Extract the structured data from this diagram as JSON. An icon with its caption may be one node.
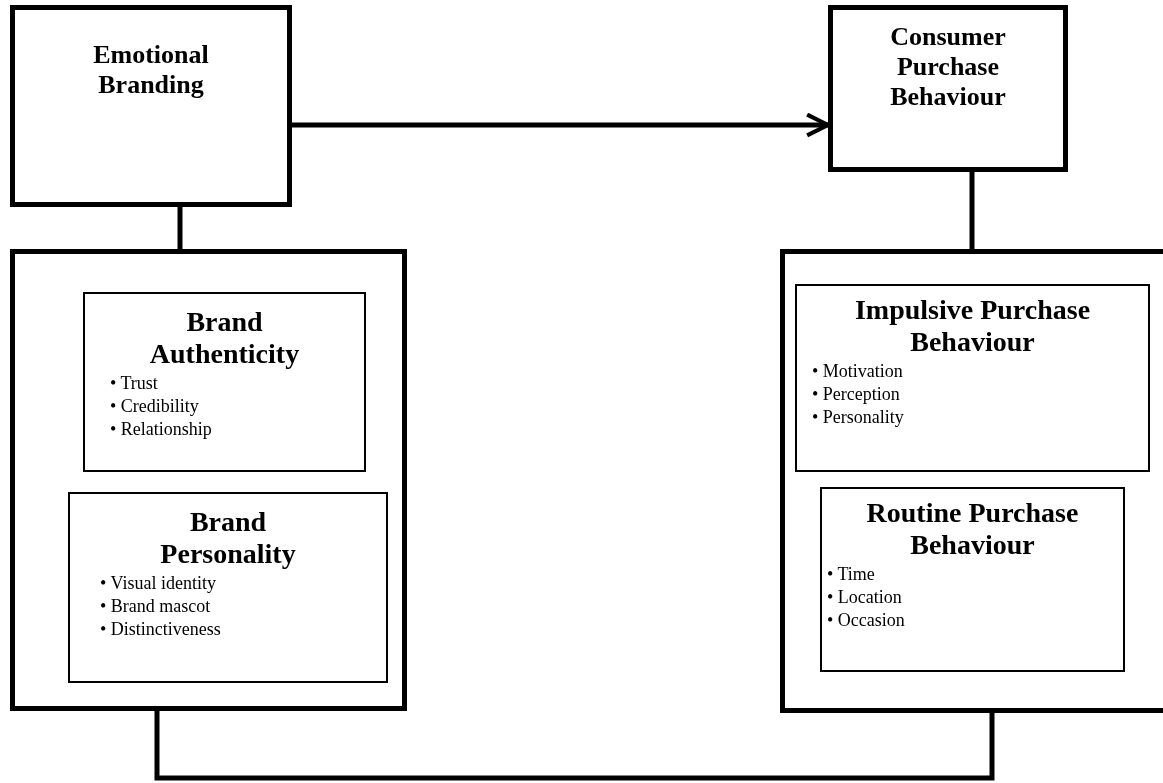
{
  "diagram": {
    "nodes": [
      {
        "text": [
          "Emotional Branding"
        ]
      },
      {
        "text": [
          "Consumer Purchase Behaviour"
        ]
      },
      {
        "text": [],
        "shape": "box"
      },
      {
        "text": [
          "Brand Authenticity",
          "• Trust",
          "• Credibility",
          "• Relationship"
        ],
        "in": 2
      },
      {
        "text": [
          "Brand Personality",
          "• Visual identity",
          "• Brand mascot",
          "• Distinctiveness"
        ],
        "in": 2
      },
      {
        "text": [],
        "shape": "box"
      },
      {
        "text": [
          "Impulsive Purchase Behaviour",
          "• Motivation",
          "• Perception",
          "• Personality"
        ],
        "in": 5
      },
      {
        "text": [
          "Routine Purchase Behaviour",
          "• Time",
          "• Location",
          "• Occasion"
        ],
        "in": 5
      }
    ],
    "edges": [
      {
        "from": 0,
        "to": 1,
        "arrow": "to"
      },
      {
        "from": 0,
        "to": 2,
        "arrow": "none"
      },
      {
        "from": 1,
        "to": 5,
        "arrow": "none"
      },
      {
        "from": 2,
        "to": 5,
        "arrow": "none"
      }
    ]
  }
}
